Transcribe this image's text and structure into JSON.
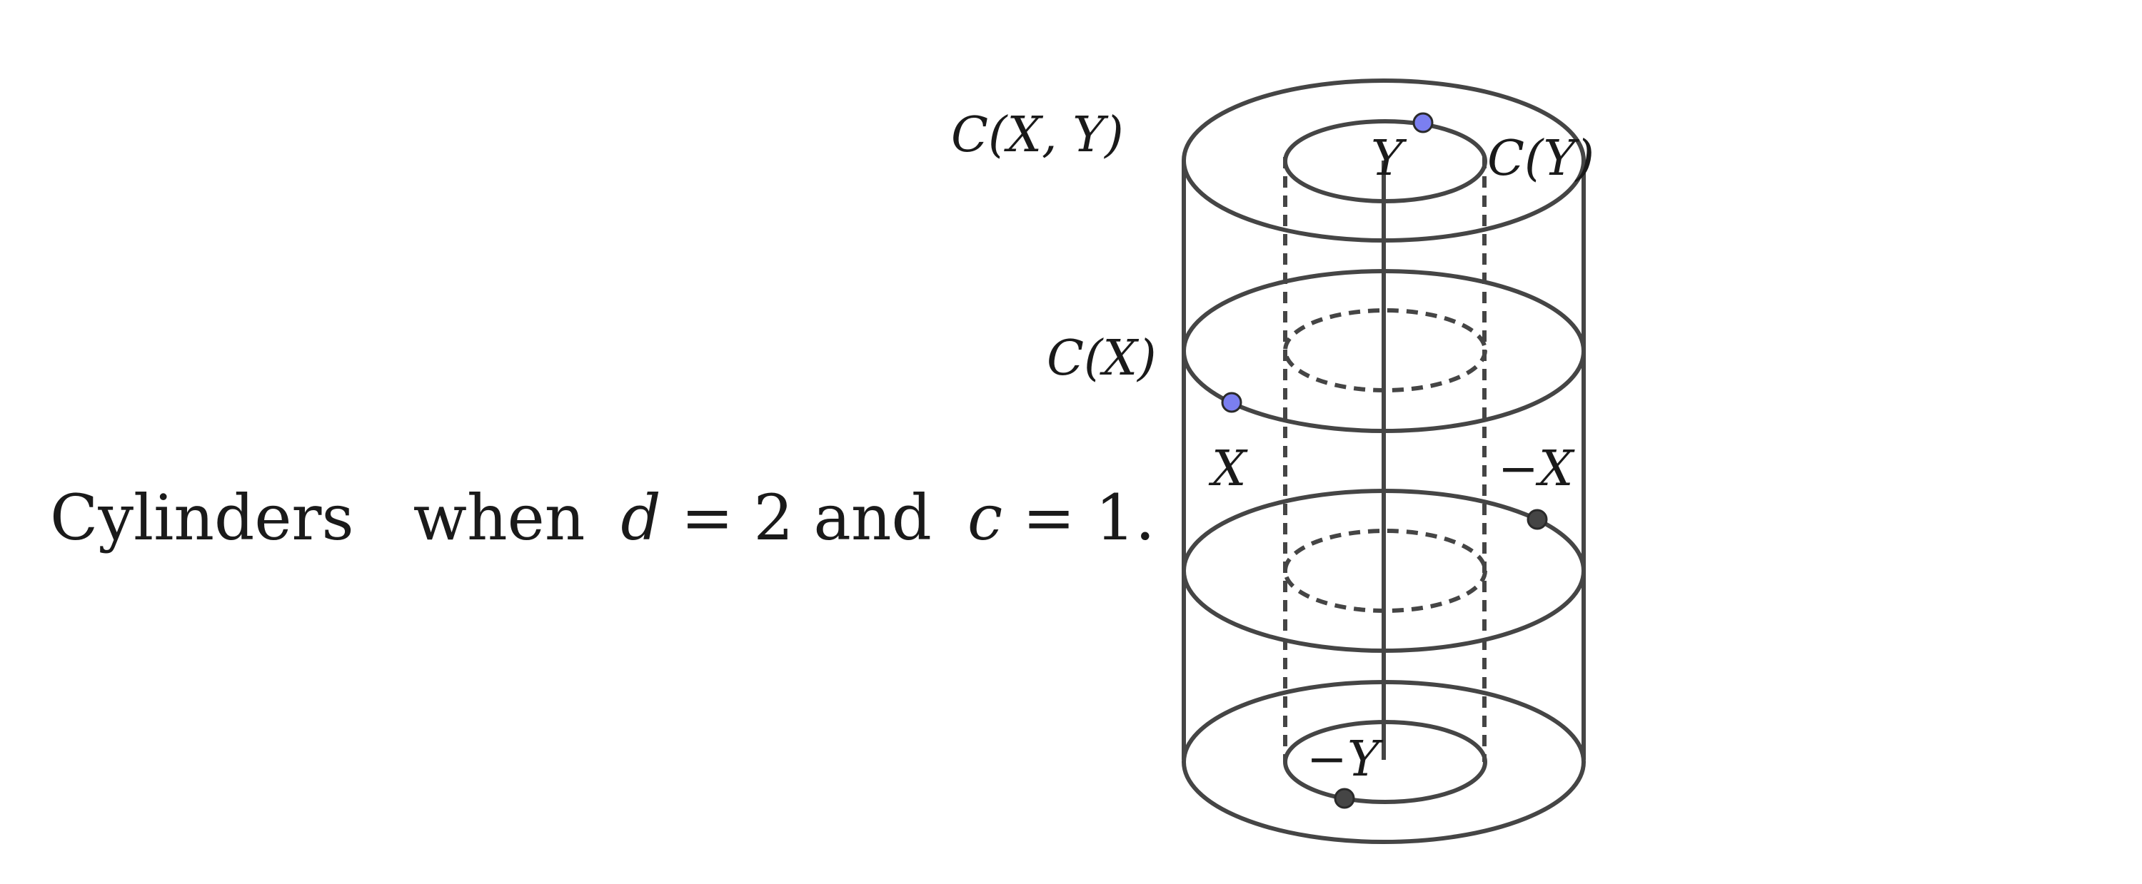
{
  "caption": {
    "word": "Cylinders",
    "when": "when",
    "d_var": "d",
    "d_eq": " = 2 ",
    "and": "and",
    "c_var": "c",
    "c_eq": " = 1."
  },
  "labels": {
    "cxy": "C(X, Y)",
    "y": "Y",
    "cy": "C(Y)",
    "cx": "C(X)",
    "x": "X",
    "neg_x": "−X",
    "neg_y": "−Y"
  },
  "colors": {
    "stroke": "#454545",
    "point_blue": "#7b7ff0",
    "point_dark": "#454545"
  }
}
